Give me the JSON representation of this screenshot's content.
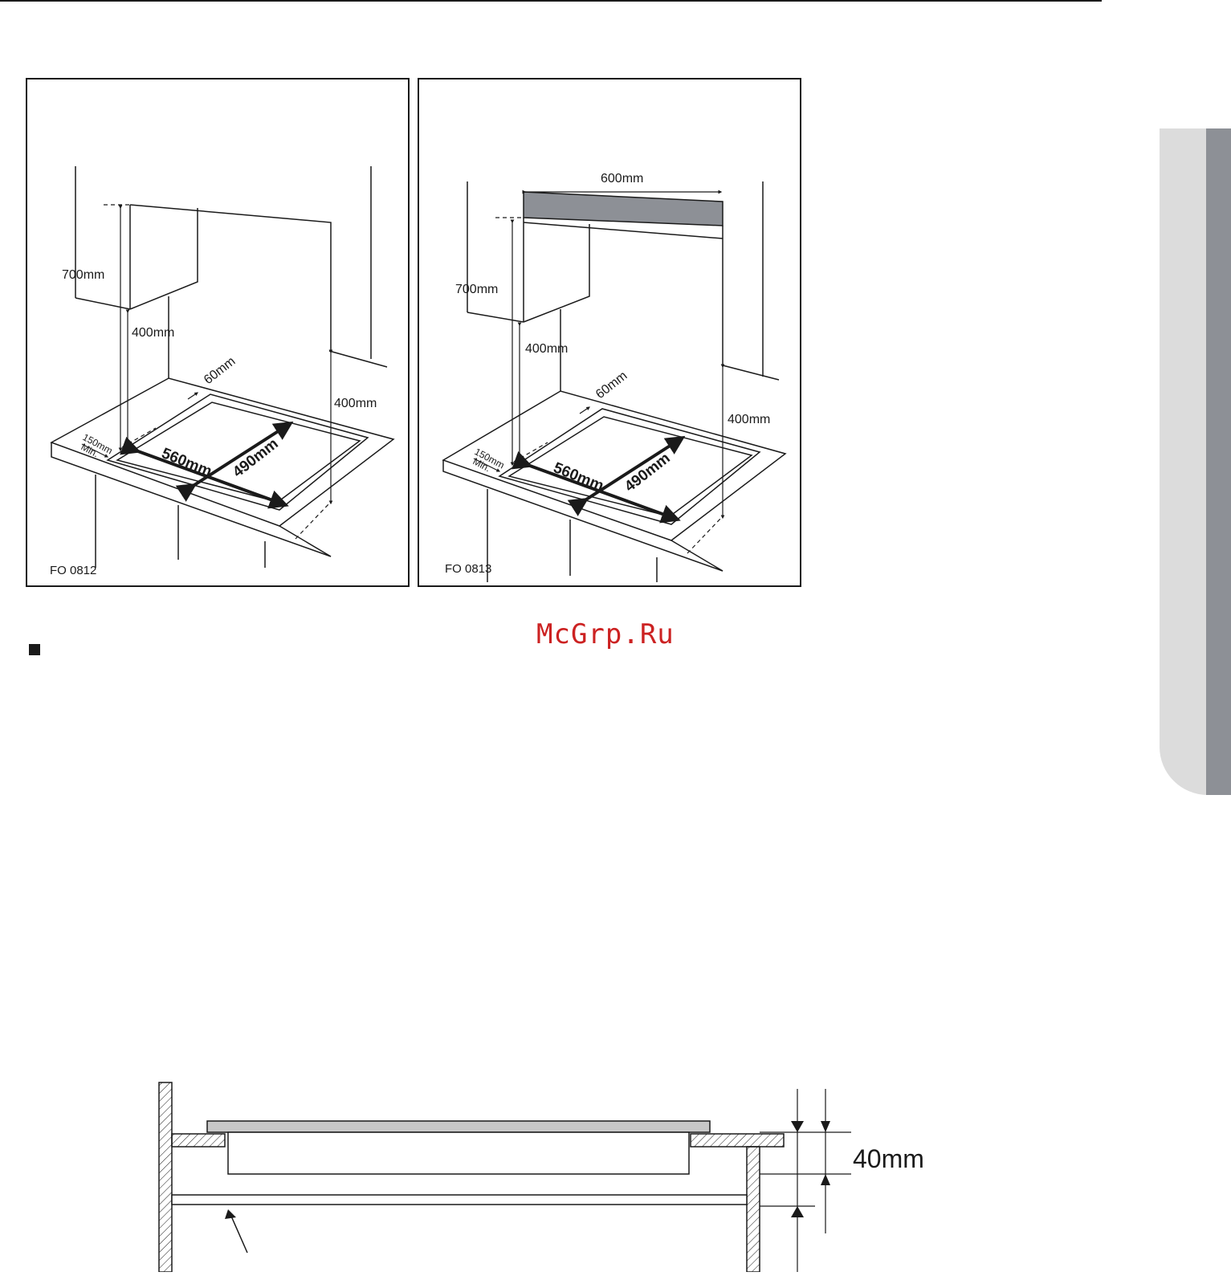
{
  "figures": [
    {
      "id": "FO 0812",
      "labels": {
        "upper_height": "700mm",
        "cabinet_clearance": "400mm",
        "side_clearance": "400mm",
        "rear_gap": "60mm",
        "side_min": "150mm",
        "side_min_note": "Min.",
        "cutout_width": "560mm",
        "cutout_depth": "490mm",
        "code": "FO 0812"
      }
    },
    {
      "id": "FO 0813",
      "labels": {
        "hood_width": "600mm",
        "upper_height": "700mm",
        "cabinet_clearance": "400mm",
        "side_clearance": "400mm",
        "rear_gap": "60mm",
        "side_min": "150mm",
        "side_min_note": "Min.",
        "cutout_width": "560mm",
        "cutout_depth": "490mm",
        "code": "FO 0813"
      }
    }
  ],
  "watermark": "McGrp.Ru",
  "section_diagram": {
    "depth_label": "40mm"
  },
  "colors": {
    "hood": "#8d9096",
    "tab_light": "#dcdcdc",
    "tab_dark": "#8d9096",
    "watermark": "#cc2222"
  }
}
